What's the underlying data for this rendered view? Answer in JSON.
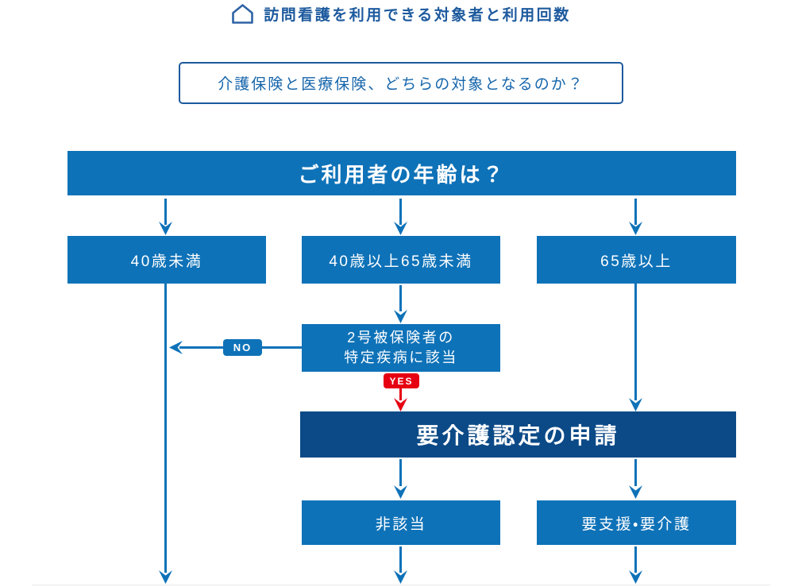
{
  "colors": {
    "primary_blue": "#0e72b8",
    "dark_navy": "#0b4a87",
    "accent_red": "#e60012",
    "heading_blue": "#1d5a9e"
  },
  "header": {
    "title": "訪問看護を利用できる対象者と利用回数"
  },
  "question": {
    "label": "介護保険と医療保険、どちらの対象となるのか？"
  },
  "flow": {
    "age_question": "ご利用者の年齢は？",
    "under40": "40歳未満",
    "between40and65": "40歳以上65歳未満",
    "over65": "65歳以上",
    "specified_disease_line1": "2号被保険者の",
    "specified_disease_line2": "特定疾病に該当",
    "no_label": "NO",
    "yes_label": "YES",
    "certification": "要介護認定の申請",
    "not_applicable": "非該当",
    "support_care": "要支援・要介護"
  }
}
